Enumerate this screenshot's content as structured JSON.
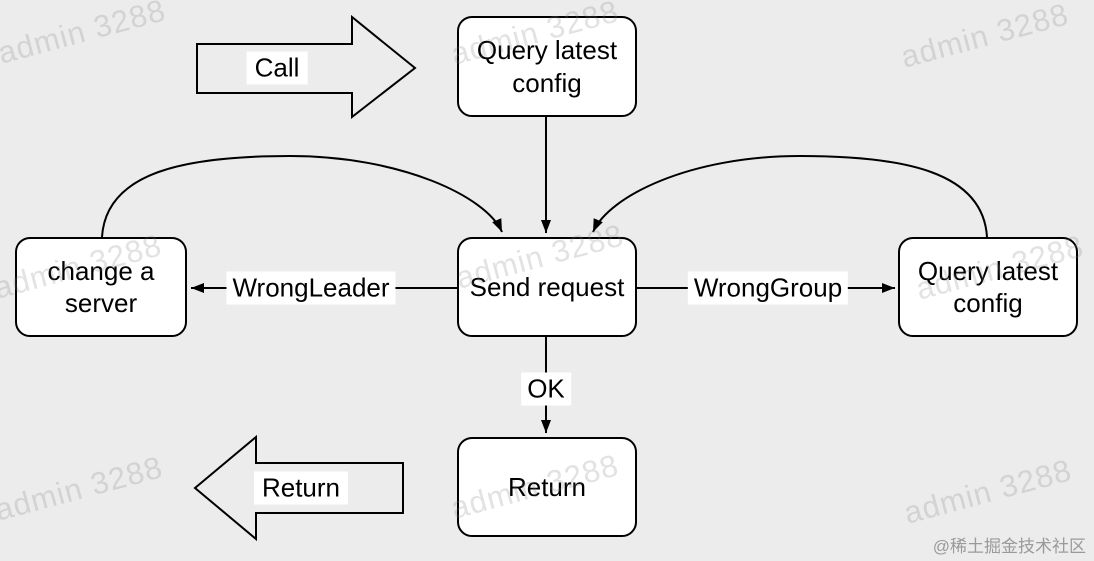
{
  "diagram": {
    "nodes": [
      {
        "id": "query-latest-top",
        "label": "Query latest config"
      },
      {
        "id": "change-a-server",
        "label": "change a server"
      },
      {
        "id": "send-request",
        "label": "Send request"
      },
      {
        "id": "query-latest-right",
        "label": "Query latest config"
      },
      {
        "id": "return-node",
        "label": "Return"
      }
    ],
    "edge_labels": {
      "wrong_leader": "WrongLeader",
      "wrong_group": "WrongGroup",
      "ok": "OK"
    },
    "block_arrows": {
      "call": "Call",
      "return": "Return"
    }
  },
  "watermark": {
    "text": "admin 3288",
    "credit": "@稀土掘金技术社区"
  },
  "colors": {
    "background": "#ececec",
    "node_fill": "#ffffff",
    "stroke": "#000000"
  }
}
